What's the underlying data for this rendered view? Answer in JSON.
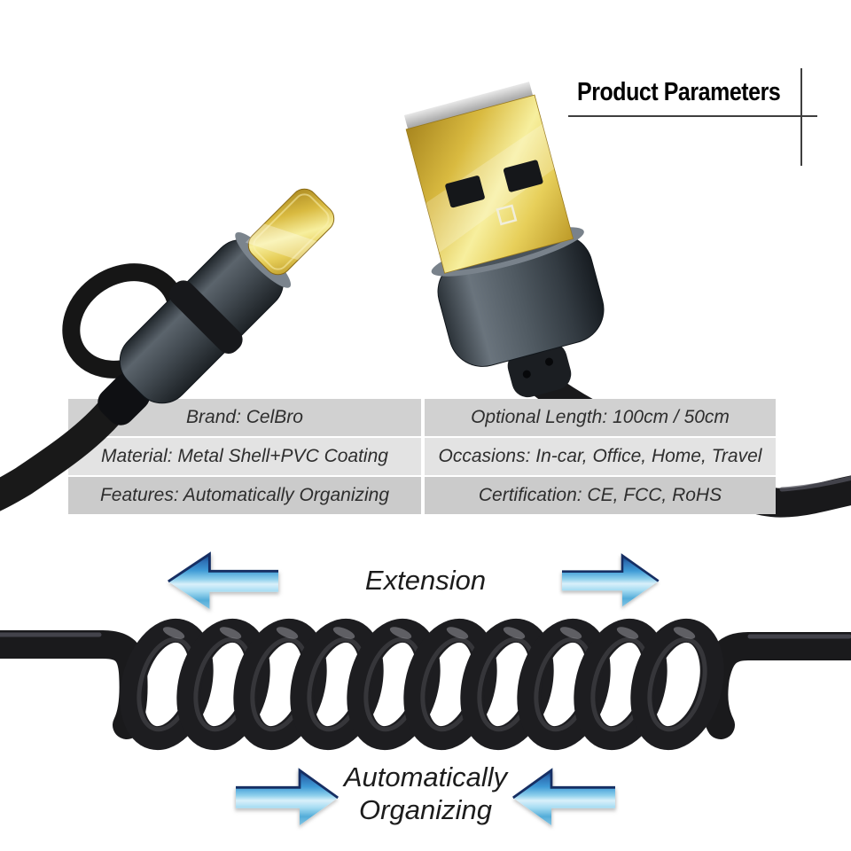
{
  "header": {
    "title": "Product Parameters"
  },
  "table": {
    "rows": [
      {
        "left": "Brand: CelBro",
        "right": "Optional Length: 100cm / 50cm"
      },
      {
        "left": "Material: Metal Shell+PVC Coating",
        "right": "Occasions: In-car, Office, Home, Travel"
      },
      {
        "left": "Features: Automatically Organizing",
        "right": "Certification: CE, FCC, RoHS"
      }
    ]
  },
  "labels": {
    "extension": "Extension",
    "auto_line1": "Automatically",
    "auto_line2": "Organizing"
  },
  "icons": {
    "arrows": [
      {
        "name": "extension-arrow-left-icon",
        "direction": "left"
      },
      {
        "name": "extension-arrow-right-icon",
        "direction": "right"
      },
      {
        "name": "organizing-arrow-right-icon",
        "direction": "right"
      },
      {
        "name": "organizing-arrow-left-icon",
        "direction": "left"
      }
    ]
  },
  "photo": {
    "left_connector": "2-in-1 USB-C over micro-USB connector with rubber loop",
    "right_connector": "gold USB-A connector with metal shell",
    "cable": "black coiled spring cable"
  },
  "colors": {
    "arrow_blue_dark": "#123a77",
    "arrow_blue": "#3f9bd6",
    "arrow_blue_light": "#d9f0fa",
    "row_bg_a": "#d1d1d1",
    "row_bg_b": "#e3e3e3",
    "row_bg_c": "#cbcbcb",
    "table_text": "#2e2e2e",
    "gold": "#e7cf5a",
    "shell_gray": "#505a62",
    "cable_black": "#1a1a1c",
    "rule_line": "#3f3f3f"
  }
}
